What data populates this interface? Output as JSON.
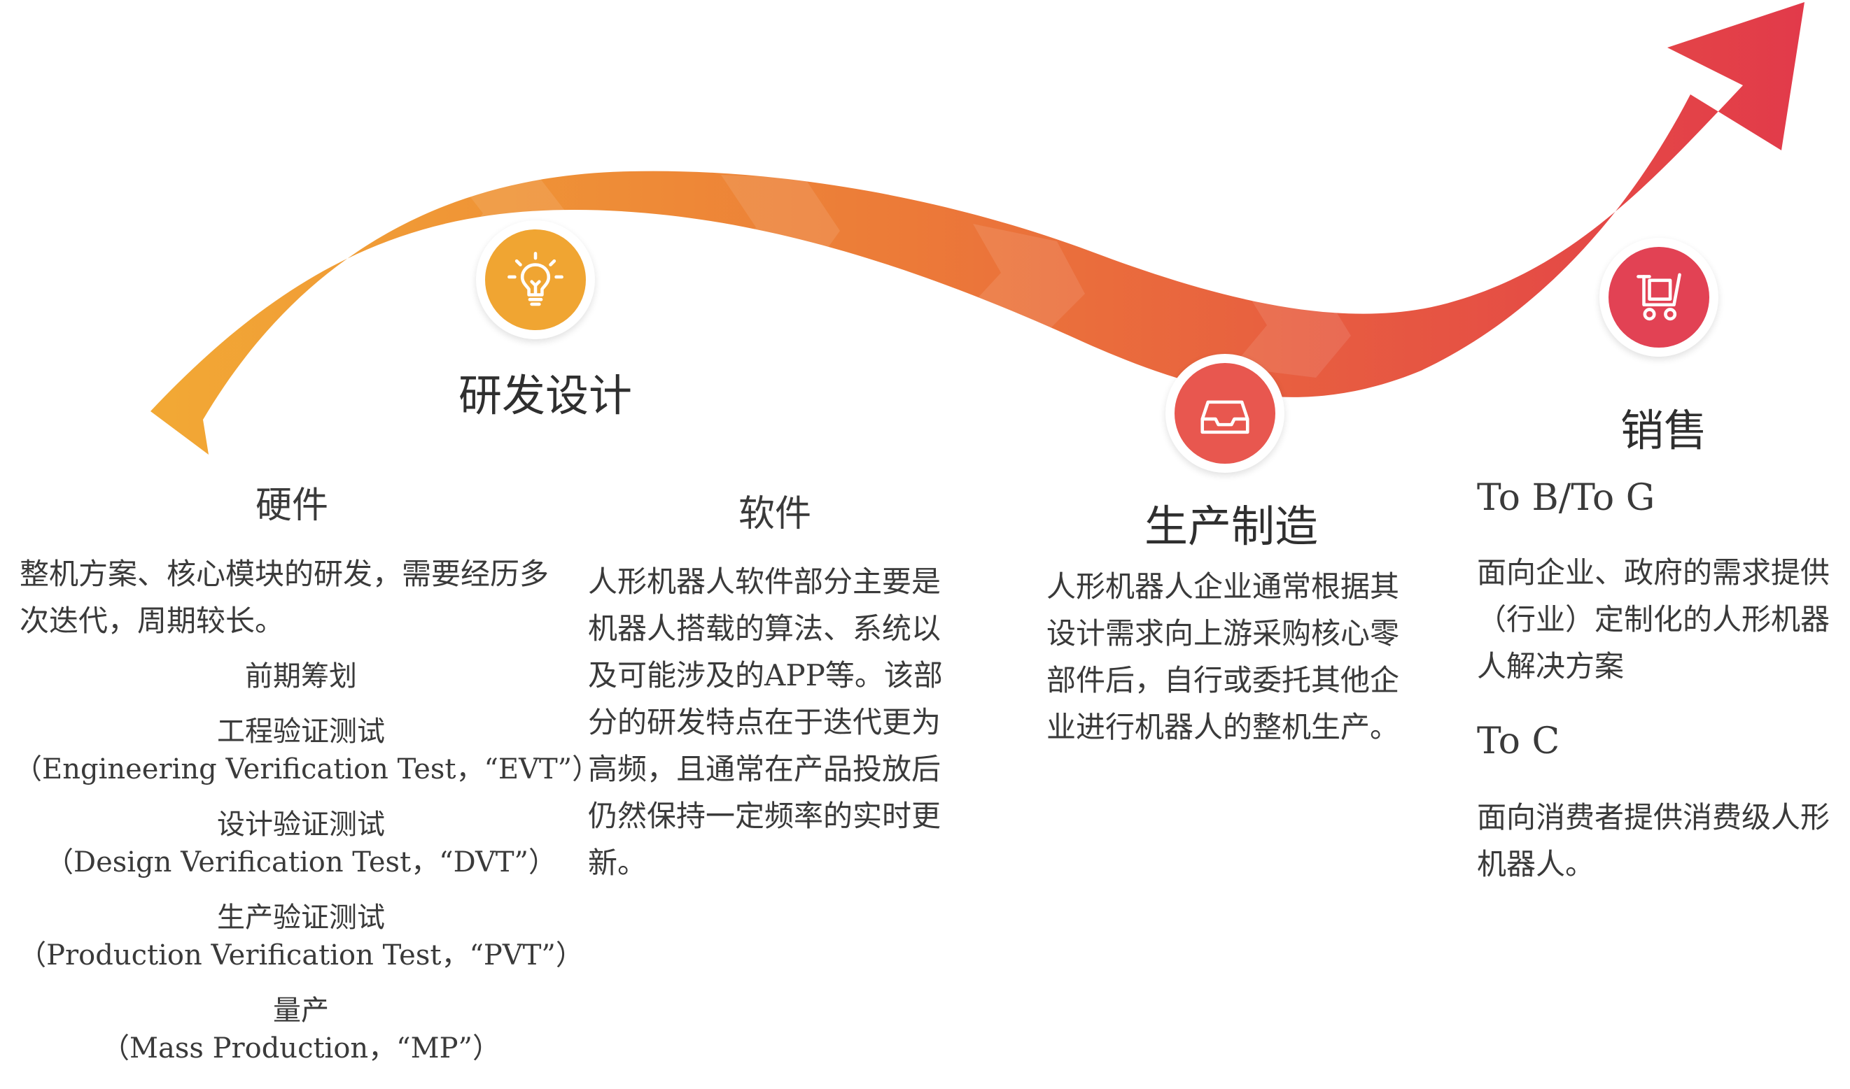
{
  "colors": {
    "gradient_start": "#F2A935",
    "gradient_mid": "#EC7B38",
    "gradient_end": "#E23A4A",
    "rnd_icon_bg": "#F0A532",
    "mfg_icon_bg": "#E8574F",
    "sales_icon_bg": "#E24254"
  },
  "stages": {
    "rnd": {
      "icon": "lightbulb-icon",
      "title": "研发设计",
      "hardware": {
        "title": "硬件",
        "description": "整机方案、核心模块的研发，需要经历多次迭代，周期较长。",
        "phases": [
          {
            "name": "前期筹划",
            "detail": ""
          },
          {
            "name": "工程验证测试",
            "detail": "（Engineering Verification Test，“EVT”）"
          },
          {
            "name": "设计验证测试",
            "detail": "（Design Verification Test，“DVT”）"
          },
          {
            "name": "生产验证测试",
            "detail": "（Production Verification Test，“PVT”）"
          },
          {
            "name": "量产",
            "detail": "（Mass Production，“MP”）"
          }
        ]
      },
      "software": {
        "title": "软件",
        "description": "人形机器人软件部分主要是机器人搭载的算法、系统以及可能涉及的APP等。该部分的研发特点在于迭代更为高频，且通常在产品投放后仍然保持一定频率的实时更新。"
      }
    },
    "manufacturing": {
      "icon": "inbox-tray-icon",
      "title": "生产制造",
      "description": "人形机器人企业通常根据其设计需求向上游采购核心零部件后，自行或委托其他企业进行机器人的整机生产。"
    },
    "sales": {
      "icon": "shopping-cart-icon",
      "title": "销售",
      "tob": {
        "title": "To B/To G",
        "description": "面向企业、政府的需求提供（行业）定制化的人形机器人解决方案"
      },
      "toc": {
        "title": "To C",
        "description": "面向消费者提供消费级人形机器人。"
      }
    }
  }
}
